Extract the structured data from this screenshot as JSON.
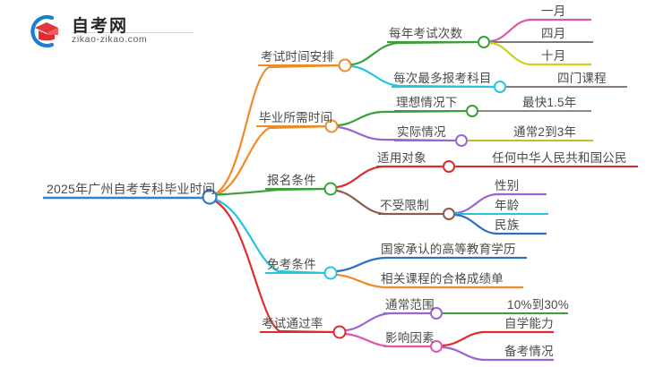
{
  "logo": {
    "name_cn": "自考网",
    "domain": "zikao-zikao.com",
    "mark_icon": "graduation-cap-icon",
    "arc_color": "#1a7fd4",
    "cap_color": "#e0373c"
  },
  "mindmap": {
    "root": {
      "label": "2025年广州自考专科毕业时间",
      "color": "#2f7fd1"
    },
    "branches": [
      {
        "label": "考试时间安排",
        "color": "#ef8b26",
        "children": [
          {
            "label": "每年考试次数",
            "color": "#3aa03a",
            "children": [
              {
                "label": "一月",
                "color": "#e255a8"
              },
              {
                "label": "四月",
                "color": "#7a7a7a"
              },
              {
                "label": "十月",
                "color": "#cfcf1f"
              }
            ]
          },
          {
            "label": "每次最多报考科目",
            "color": "#27c3e3",
            "children": [
              {
                "label": "四门课程",
                "color": "#8a7d77"
              }
            ]
          }
        ]
      },
      {
        "label": "毕业所需时间",
        "color": "#ef8b26",
        "children": [
          {
            "label": "理想情况下",
            "color": "#3aa03a",
            "children": [
              {
                "label": "最快1.5年",
                "color": "#8a8a8a"
              }
            ]
          },
          {
            "label": "实际情况",
            "color": "#9b63d3",
            "children": [
              {
                "label": "通常2到3年",
                "color": "#c3bb2a"
              }
            ]
          }
        ]
      },
      {
        "label": "报名条件",
        "color": "#3aa03a",
        "children": [
          {
            "label": "适用对象",
            "color": "#e02b2b",
            "children": [
              {
                "label": "任何中华人民共和国公民",
                "color": "#e02b2b"
              }
            ]
          },
          {
            "label": "不受限制",
            "color": "#8a5a4a",
            "children": [
              {
                "label": "性别",
                "color": "#9b63d3"
              },
              {
                "label": "年龄",
                "color": "#27c3e3"
              },
              {
                "label": "民族",
                "color": "#2a6fc4"
              }
            ]
          }
        ]
      },
      {
        "label": "免考条件",
        "color": "#27c3e3",
        "children": [
          {
            "label": "国家承认的高等教育学历",
            "color": "#2a6fc4",
            "children": []
          },
          {
            "label": "相关课程的合格成绩单",
            "color": "#ef8b26",
            "children": []
          }
        ]
      },
      {
        "label": "考试通过率",
        "color": "#e02b2b",
        "children": [
          {
            "label": "通常范围",
            "color": "#9b63d3",
            "children": [
              {
                "label": "10%到30%",
                "color": "#3aa03a"
              }
            ]
          },
          {
            "label": "影响因素",
            "color": "#e255a8",
            "children": [
              {
                "label": "自学能力",
                "color": "#e02b2b"
              },
              {
                "label": "备考情况",
                "color": "#9b63d3"
              }
            ]
          }
        ]
      }
    ]
  }
}
